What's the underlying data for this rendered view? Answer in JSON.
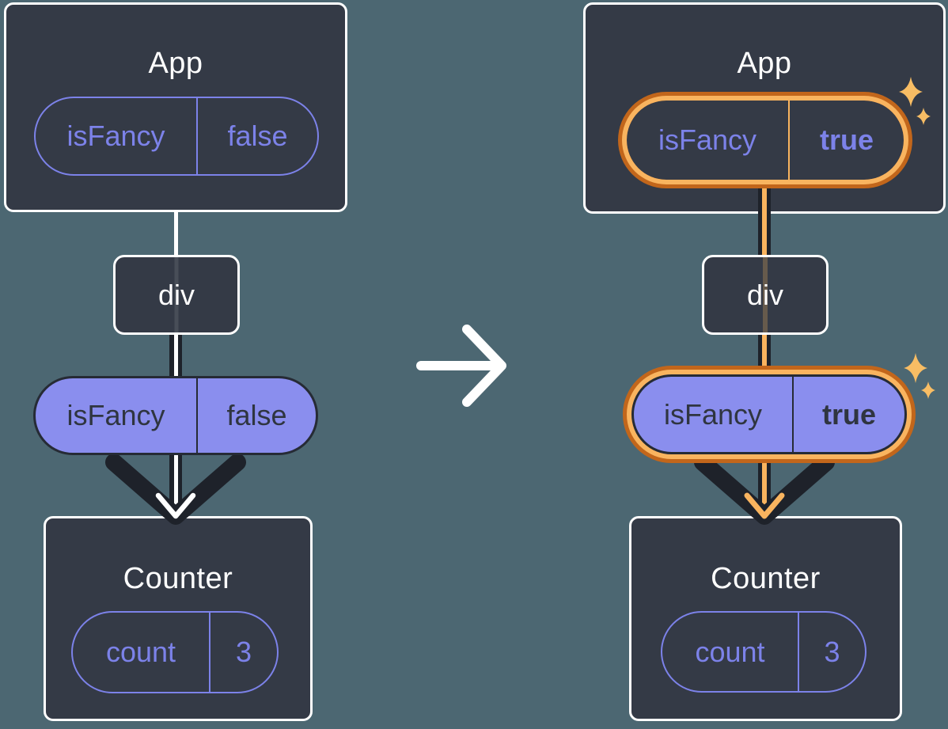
{
  "diagram": {
    "before": {
      "app": {
        "title": "App",
        "prop": {
          "name": "isFancy",
          "value": "false"
        }
      },
      "container": {
        "label": "div"
      },
      "passed_prop": {
        "name": "isFancy",
        "value": "false"
      },
      "counter": {
        "title": "Counter",
        "state": {
          "name": "count",
          "value": "3"
        }
      }
    },
    "after": {
      "app": {
        "title": "App",
        "prop": {
          "name": "isFancy",
          "value": "true"
        }
      },
      "container": {
        "label": "div"
      },
      "passed_prop": {
        "name": "isFancy",
        "value": "true"
      },
      "counter": {
        "title": "Counter",
        "state": {
          "name": "count",
          "value": "3"
        }
      }
    },
    "icons": {
      "transition": "right-arrow",
      "highlight": "sparkles",
      "flow": "down-arrow"
    },
    "colors": {
      "background": "#4C6772",
      "box_fill": "#343A46",
      "box_border": "#FFFFFF",
      "purple": "#7C82E9",
      "purple_fill": "#8A8EEE",
      "flow_dark": "#1E222A",
      "orange": "#C2661B",
      "orange_light": "#F9B45F",
      "white": "#FFFFFF"
    }
  }
}
